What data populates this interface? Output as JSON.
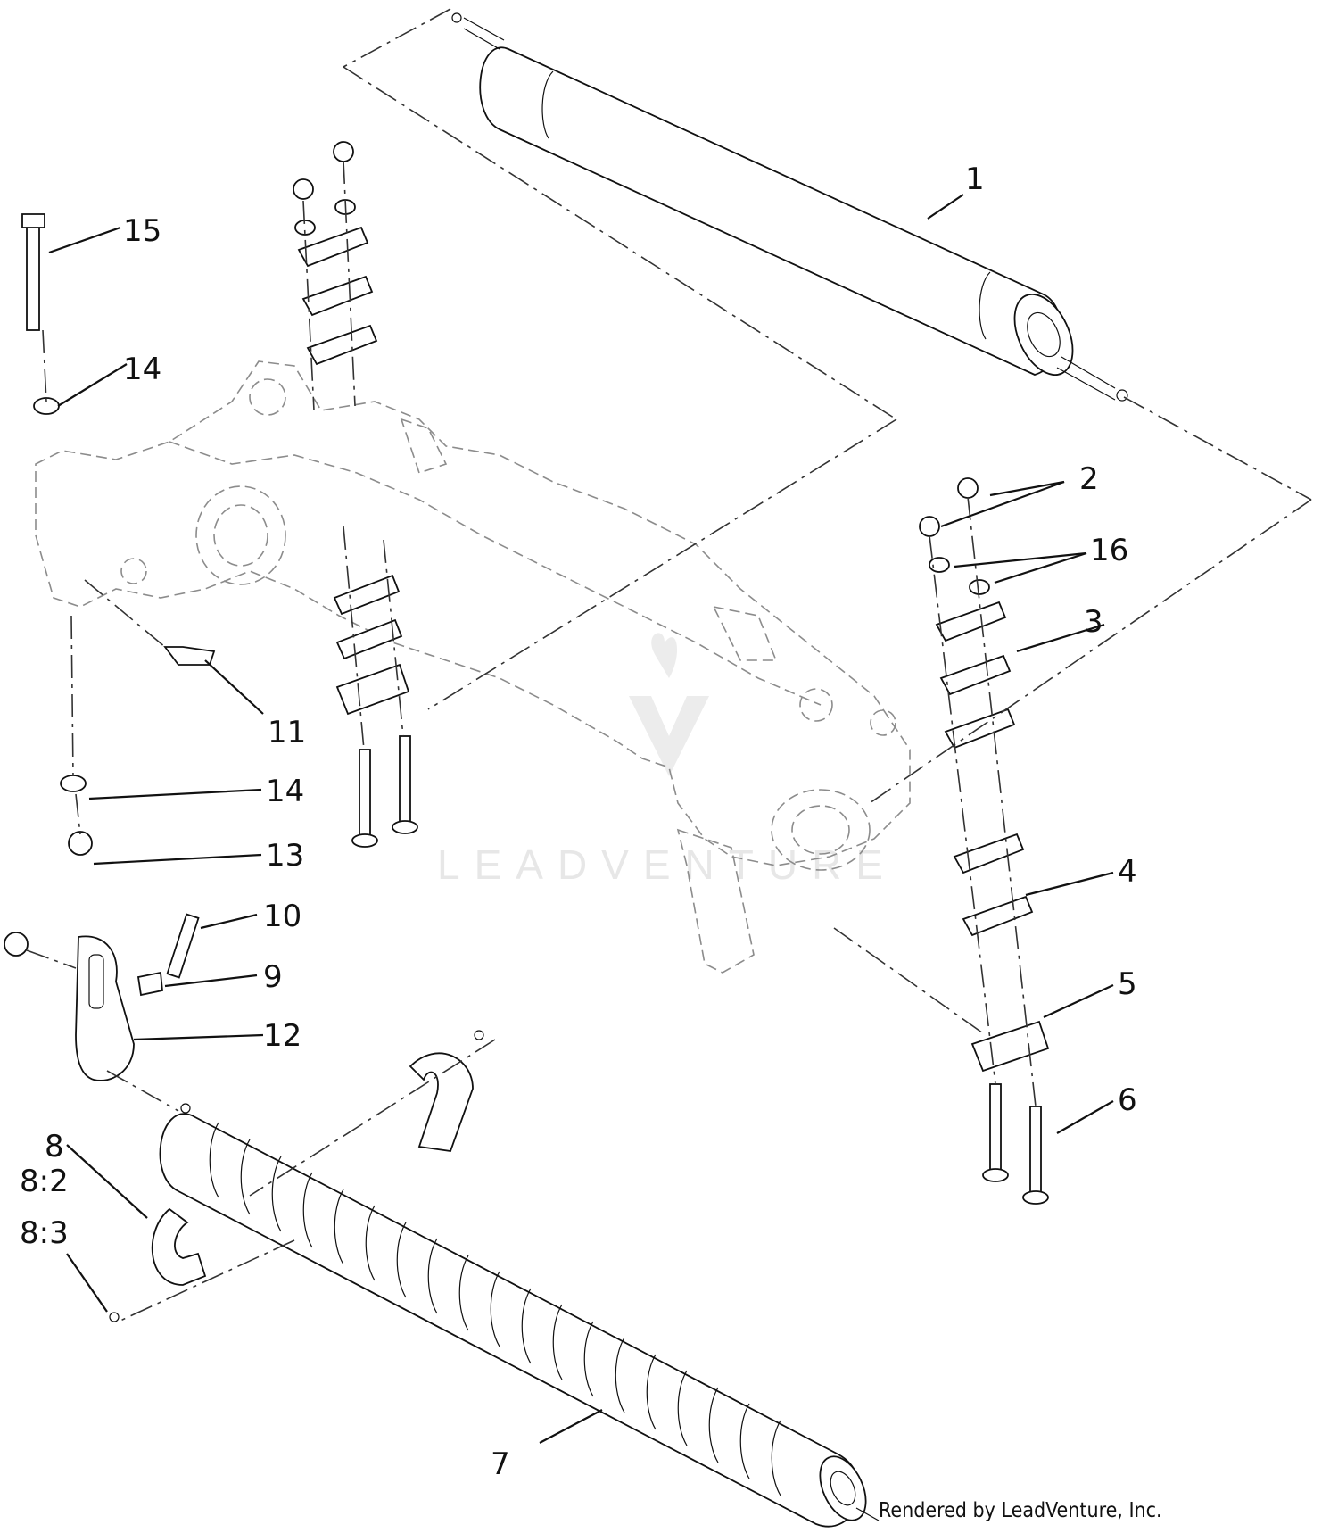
{
  "callouts": {
    "c1": "1",
    "c2": "2",
    "c3": "3",
    "c4": "4",
    "c5": "5",
    "c6": "6",
    "c7": "7",
    "c8": "8",
    "c8_2": "8:2",
    "c8_3": "8:3",
    "c9": "9",
    "c10": "10",
    "c11": "11",
    "c12": "12",
    "c13": "13",
    "c14a": "14",
    "c14b": "14",
    "c15": "15",
    "c16": "16"
  },
  "watermark": "LEADVENTURE",
  "footer": "Rendered by LeadVenture, Inc.",
  "colors": {
    "line": "#111111",
    "phantom": "#8c8c8c",
    "watermark": "#e7e7e7"
  }
}
